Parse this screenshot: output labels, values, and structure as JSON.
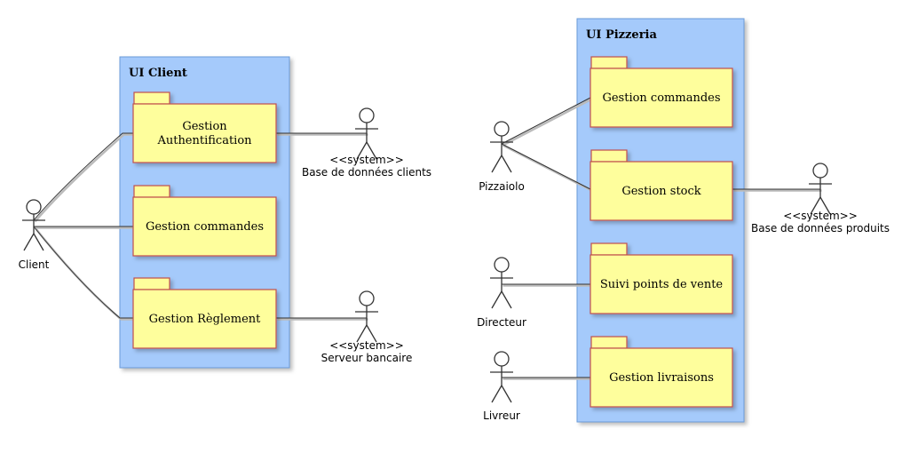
{
  "colors": {
    "container_fill": "#a5cafb",
    "package_fill": "#fefe9c",
    "package_border": "#c0504d"
  },
  "containers": {
    "client": {
      "title": "UI Client"
    },
    "pizzeria": {
      "title": "UI Pizzeria"
    }
  },
  "packages": {
    "client_auth": {
      "lines": [
        "Gestion",
        "Authentification"
      ]
    },
    "client_commandes": {
      "lines": [
        "Gestion commandes"
      ]
    },
    "client_reglement": {
      "lines": [
        "Gestion Règlement"
      ]
    },
    "pizzeria_commandes": {
      "lines": [
        "Gestion commandes"
      ]
    },
    "pizzeria_stock": {
      "lines": [
        "Gestion stock"
      ]
    },
    "pizzeria_suivi": {
      "lines": [
        "Suivi points de vente"
      ]
    },
    "pizzeria_livraisons": {
      "lines": [
        "Gestion livraisons"
      ]
    }
  },
  "actors": {
    "client": {
      "lines": [
        "Client"
      ]
    },
    "bdd_clients": {
      "lines": [
        "<<system>>",
        "Base de données clients"
      ]
    },
    "serveur_bancaire": {
      "lines": [
        "<<system>>",
        "Serveur bancaire"
      ]
    },
    "pizzaiolo": {
      "lines": [
        "Pizzaiolo"
      ]
    },
    "directeur": {
      "lines": [
        "Directeur"
      ]
    },
    "livreur": {
      "lines": [
        "Livreur"
      ]
    },
    "bdd_produits": {
      "lines": [
        "<<system>>",
        "Base de données produits"
      ]
    }
  }
}
